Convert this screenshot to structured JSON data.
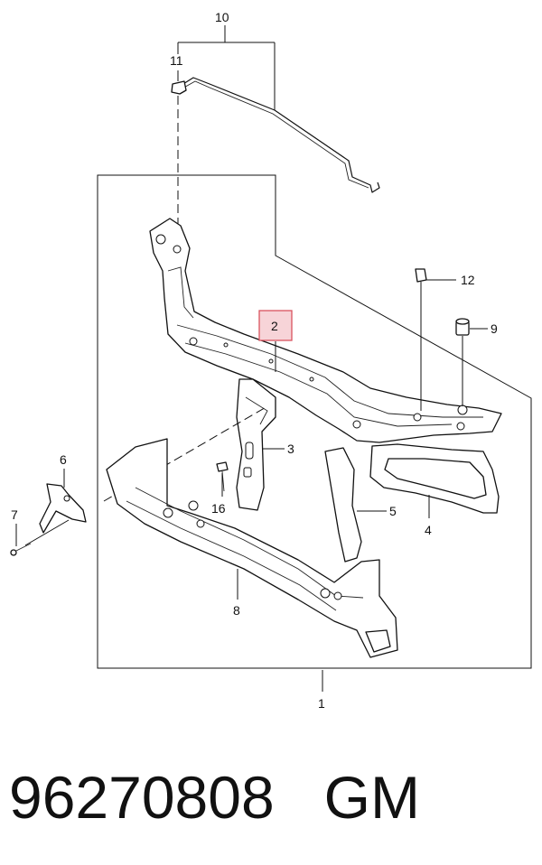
{
  "diagram": {
    "callouts": [
      "10",
      "11",
      "12",
      "9",
      "2",
      "3",
      "16",
      "5",
      "4",
      "6",
      "7",
      "8",
      "1"
    ],
    "highlight_color": "#f7d4d8",
    "highlight_border": "#d9535f",
    "highlighted_callout": "2"
  },
  "caption": {
    "part_number": "96270808",
    "brand": "GM"
  }
}
